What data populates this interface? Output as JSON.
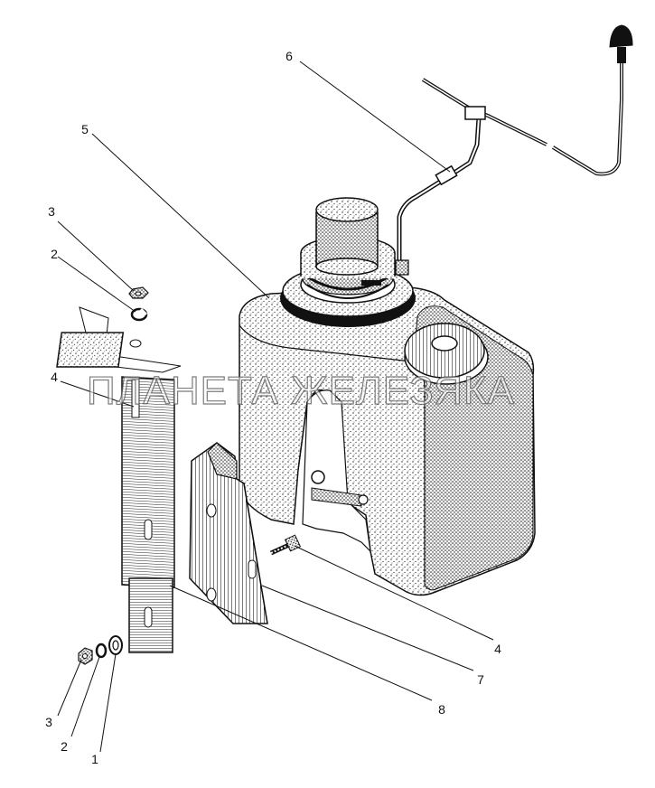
{
  "watermark": "ПЛАНЕТА ЖЕЛЕЗЯКА",
  "callouts": {
    "c6": "6",
    "c5": "5",
    "c3_top": "3",
    "c2_top": "2",
    "c4_left": "4",
    "c4_right": "4",
    "c7": "7",
    "c8": "8",
    "c3_bottom": "3",
    "c2_bottom": "2",
    "c1": "1"
  }
}
